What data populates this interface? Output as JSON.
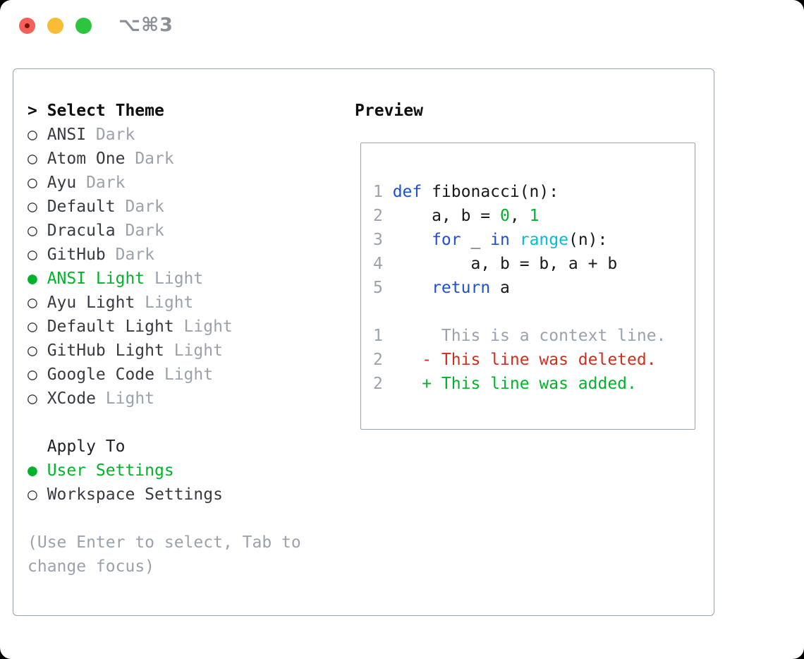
{
  "window": {
    "title": "⌥⌘3",
    "traffic_lights": [
      "close",
      "minimize",
      "zoom"
    ]
  },
  "theme_picker": {
    "header_prefix": ">",
    "header": "Select Theme",
    "items": [
      {
        "name": "ANSI",
        "tag": "Dark",
        "selected": false
      },
      {
        "name": "Atom One",
        "tag": "Dark",
        "selected": false
      },
      {
        "name": "Ayu",
        "tag": "Dark",
        "selected": false
      },
      {
        "name": "Default",
        "tag": "Dark",
        "selected": false
      },
      {
        "name": "Dracula",
        "tag": "Dark",
        "selected": false
      },
      {
        "name": "GitHub",
        "tag": "Dark",
        "selected": false
      },
      {
        "name": "ANSI Light",
        "tag": "Light",
        "selected": true
      },
      {
        "name": "Ayu Light",
        "tag": "Light",
        "selected": false
      },
      {
        "name": "Default Light",
        "tag": "Light",
        "selected": false
      },
      {
        "name": "GitHub Light",
        "tag": "Light",
        "selected": false
      },
      {
        "name": "Google Code",
        "tag": "Light",
        "selected": false
      },
      {
        "name": "XCode",
        "tag": "Light",
        "selected": false
      }
    ],
    "apply_to": {
      "header": "Apply To",
      "options": [
        {
          "name": "User Settings",
          "selected": true
        },
        {
          "name": "Workspace Settings",
          "selected": false
        }
      ]
    },
    "radio_selected_glyph": "●",
    "radio_unselected_glyph": "○",
    "help": "(Use Enter to select, Tab to change focus)"
  },
  "preview": {
    "header": "Preview",
    "code_lines": [
      {
        "num": "1",
        "tokens": [
          {
            "t": "def",
            "c": "kw"
          },
          {
            "t": " fibonacci(n):",
            "c": "fg"
          }
        ]
      },
      {
        "num": "2",
        "tokens": [
          {
            "t": "    a, b = ",
            "c": "fg"
          },
          {
            "t": "0",
            "c": "num"
          },
          {
            "t": ", ",
            "c": "fg"
          },
          {
            "t": "1",
            "c": "num"
          }
        ]
      },
      {
        "num": "3",
        "tokens": [
          {
            "t": "    ",
            "c": "fg"
          },
          {
            "t": "for",
            "c": "kw"
          },
          {
            "t": " _ ",
            "c": "fg"
          },
          {
            "t": "in",
            "c": "kw"
          },
          {
            "t": " ",
            "c": "fg"
          },
          {
            "t": "range",
            "c": "fn"
          },
          {
            "t": "(n):",
            "c": "fg"
          }
        ]
      },
      {
        "num": "4",
        "tokens": [
          {
            "t": "        a, b = b, a + b",
            "c": "fg"
          }
        ]
      },
      {
        "num": "5",
        "tokens": [
          {
            "t": "    ",
            "c": "fg"
          },
          {
            "t": "return",
            "c": "kw"
          },
          {
            "t": " a",
            "c": "fg"
          }
        ]
      }
    ],
    "diff_lines": [
      {
        "num": "1",
        "kind": "context",
        "text": "     This is a context line."
      },
      {
        "num": "2",
        "kind": "deleted",
        "text": "   - This line was deleted."
      },
      {
        "num": "2",
        "kind": "added",
        "text": "   + This line was added."
      }
    ]
  },
  "colors": {
    "selection_green": "#00b32b",
    "keyword_blue": "#1d4fd8",
    "function_cyan": "#00bfce",
    "number_green": "#00b32b",
    "deleted_red": "#d02f1e",
    "added_green": "#00b32b",
    "muted_gray": "#9aa2ac",
    "panel_border": "#9ba3ad",
    "traffic_red": "#f2605a",
    "traffic_yellow": "#f9bd35",
    "traffic_green": "#2dc53d"
  }
}
